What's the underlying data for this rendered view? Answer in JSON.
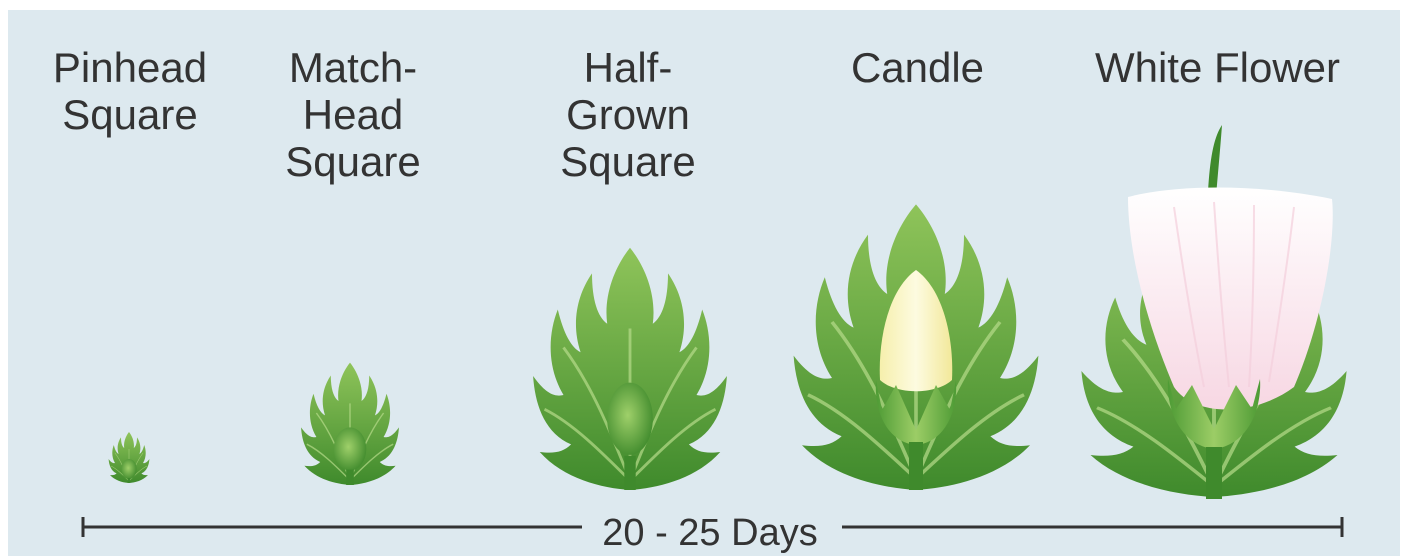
{
  "stages": [
    {
      "label": "Pinhead\nSquare",
      "icon": "pinhead-square-illustration"
    },
    {
      "label": "Match-\nHead\nSquare",
      "icon": "match-head-square-illustration"
    },
    {
      "label": "Half-\nGrown\nSquare",
      "icon": "half-grown-square-illustration"
    },
    {
      "label": "Candle",
      "icon": "candle-bud-illustration"
    },
    {
      "label": "White Flower",
      "icon": "white-flower-illustration"
    }
  ],
  "timeline": {
    "label": "20 - 25 Days"
  },
  "colors": {
    "background": "#dde9ef",
    "text": "#333333",
    "leaf_light": "#8fc45a",
    "leaf_dark": "#3f8a2c",
    "candle_bud": "#fbf6c4",
    "petal": "#fbe9ef"
  }
}
